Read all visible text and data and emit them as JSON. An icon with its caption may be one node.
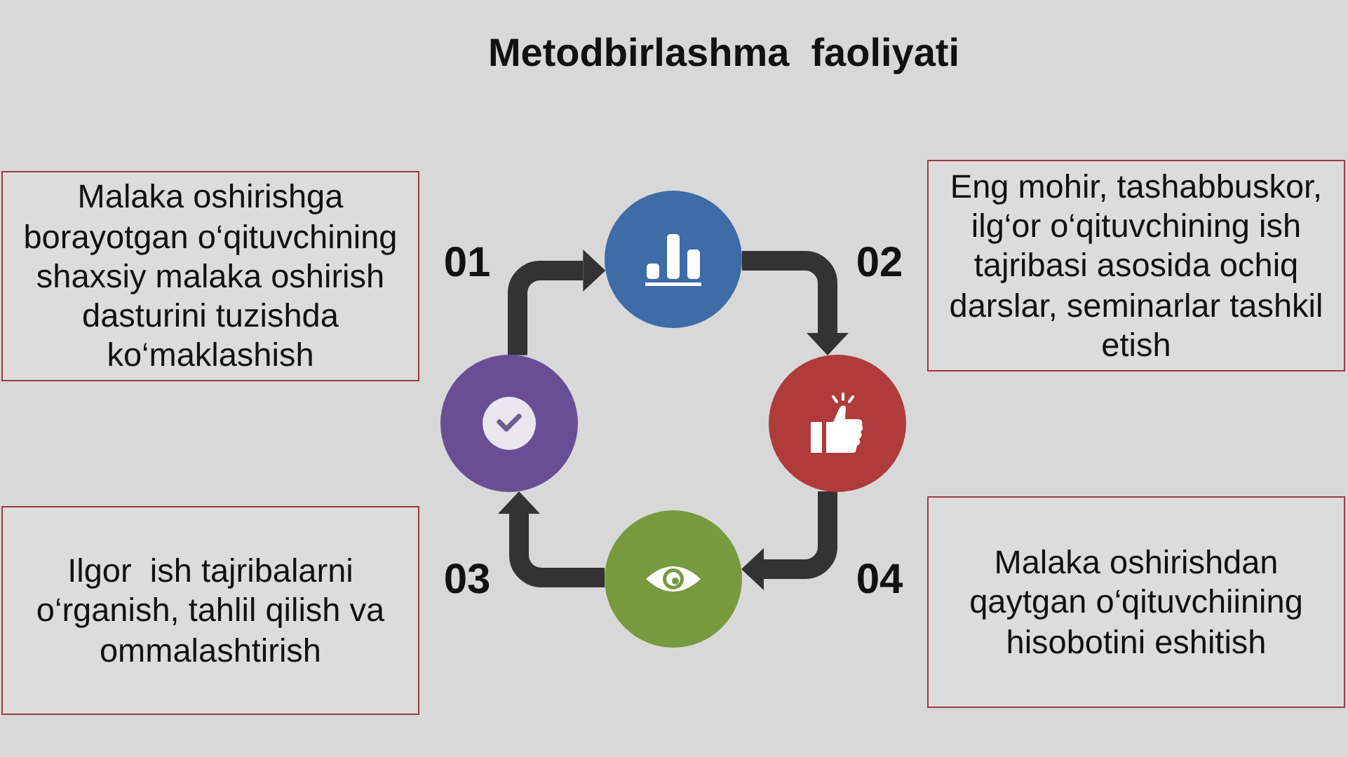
{
  "diagram": {
    "title": "Metodbirlashma  faoliyati",
    "nodes": [
      {
        "text": [
          "Malaka oshirishga borayotgan o‘qituvchining shaxsiy malaka oshirish dasturini tuzishda ko‘maklashish"
        ]
      },
      {
        "text": [
          "Eng mohir, tashabbuskor, ilg‘or o‘qituvchining ish tajribasi asosida ochiq darslar, seminarlar tashkil etish"
        ]
      },
      {
        "text": [
          "Ilgor  ish tajribalarni o‘rganish, tahlil qilish va ommalashtirish"
        ]
      },
      {
        "text": [
          "Malaka oshirishdan qaytgan o‘qituvchiining hisobotini eshitish"
        ]
      },
      {
        "text": [],
        "shape": "circle"
      },
      {
        "text": [],
        "shape": "circle"
      },
      {
        "text": [],
        "shape": "circle"
      },
      {
        "text": [],
        "shape": "circle"
      }
    ],
    "edges": [
      {
        "from": 5,
        "to": 4,
        "arrow": "to"
      },
      {
        "from": 4,
        "to": 6,
        "arrow": "to"
      },
      {
        "from": 6,
        "to": 7,
        "arrow": "to"
      },
      {
        "from": 7,
        "to": 5,
        "arrow": "to"
      }
    ],
    "labels": [
      "01",
      "02",
      "03",
      "04"
    ]
  }
}
